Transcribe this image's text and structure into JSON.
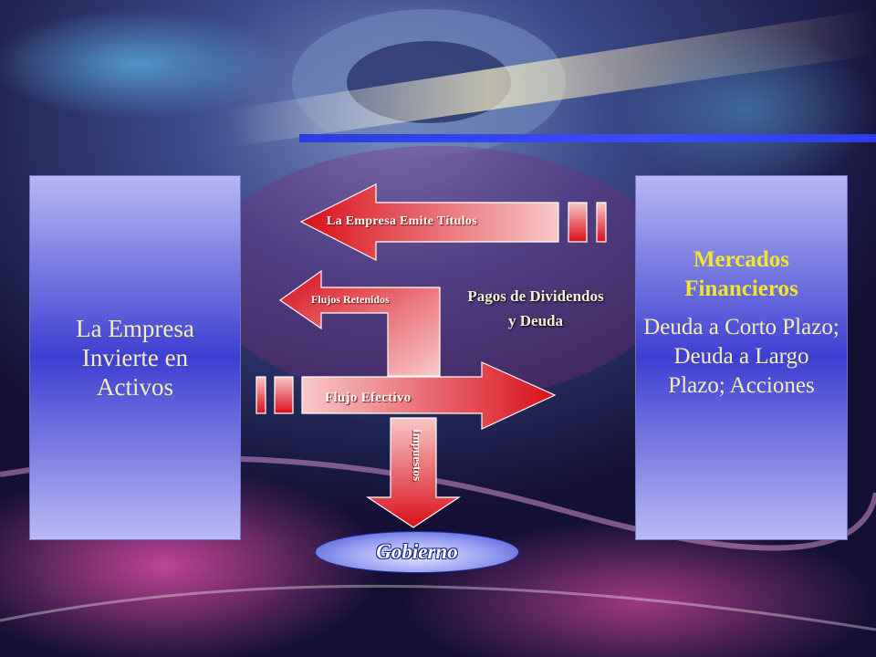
{
  "diagram": {
    "left_box": {
      "text": "La Empresa Invierte en Activos"
    },
    "right_box": {
      "title": "Mercados Financieros",
      "text": "Deuda a Corto Plazo; Deuda a Largo Plazo; Acciones"
    },
    "arrows": {
      "emite_titulos": "La Empresa  Emite Títulos",
      "flujos_retenidos": "Flujos Retenidos",
      "flujo_efectivo": "Flujo Efectivo",
      "impuestos": "Impuestos"
    },
    "pagos_label": "Pagos de Dividendos y Deuda",
    "gobierno_label": "Gobierno"
  },
  "colors": {
    "accent_bar": "#3a4cff",
    "box_gradient_center": "#3d3fd2",
    "box_gradient_edge": "#b6b8f2",
    "arrow_dark": "#d90f1a",
    "arrow_light": "#f6c2c2",
    "title_yellow": "#f2e62a",
    "text_cream": "#f4efb0"
  }
}
